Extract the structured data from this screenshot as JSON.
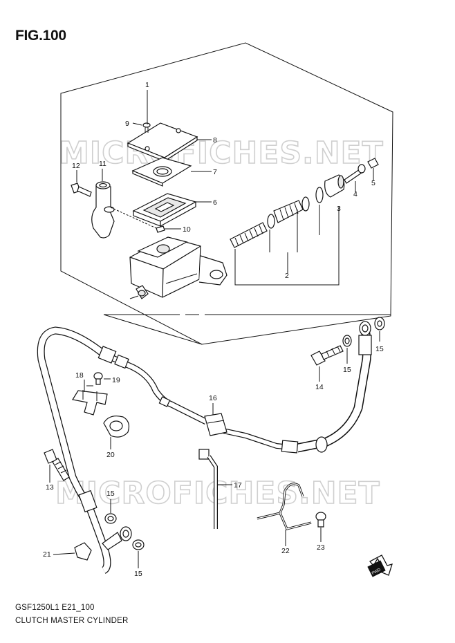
{
  "figure": {
    "title": "FIG.100",
    "model_code": "GSF1250L1 E21_100",
    "name": "CLUTCH MASTER CYLINDER"
  },
  "watermark": {
    "text_top": "MICROFICHES.NET",
    "text_bottom": "MICROFICHES.NET"
  },
  "callouts": [
    "1",
    "2",
    "3",
    "4",
    "5",
    "6",
    "7",
    "8",
    "9",
    "10",
    "11",
    "12",
    "13",
    "14",
    "15",
    "15",
    "15",
    "15",
    "16",
    "17",
    "18",
    "19",
    "20",
    "21",
    "22",
    "23"
  ],
  "forward_arrow": {
    "label": "FWD"
  }
}
